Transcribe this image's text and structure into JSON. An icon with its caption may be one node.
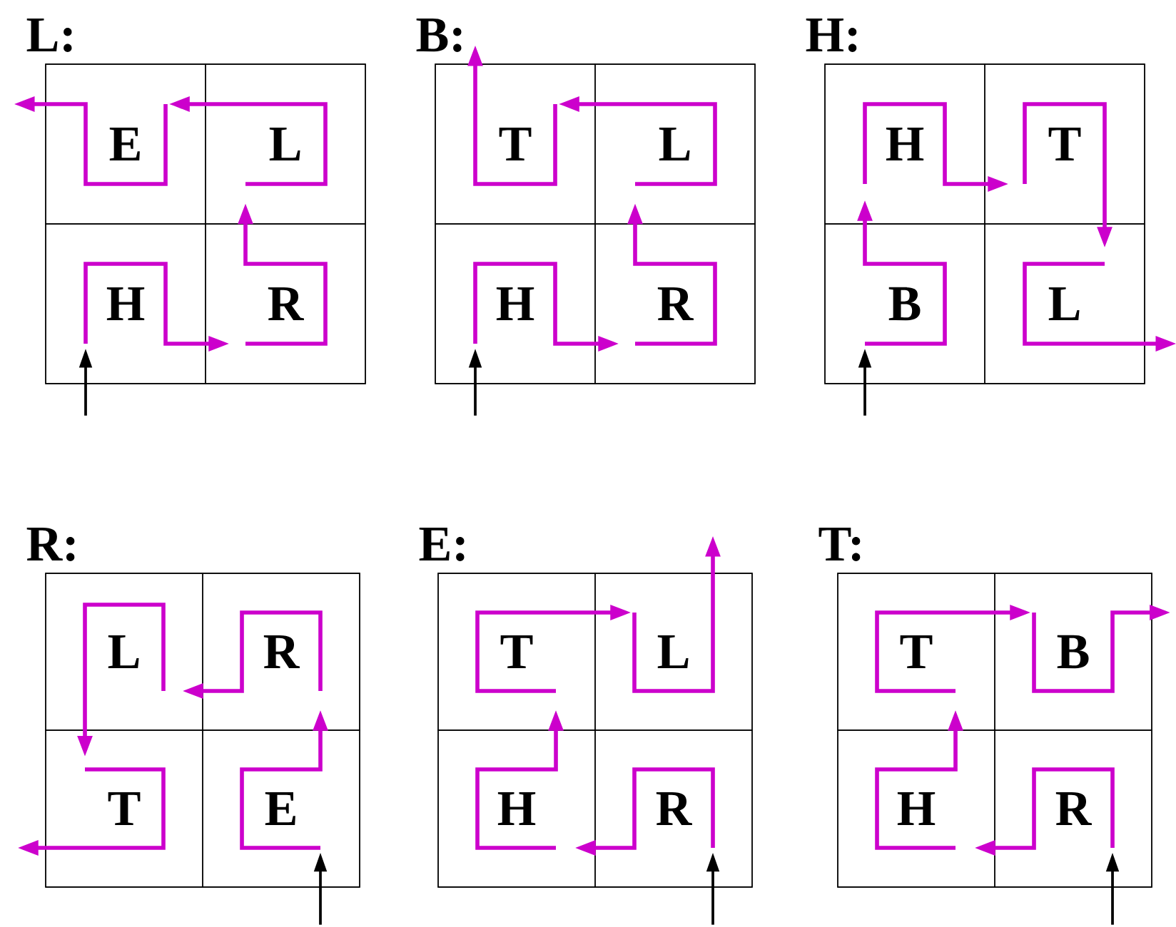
{
  "diagram": {
    "nodes": [
      {
        "text": [
          "L:"
        ]
      },
      {
        "text": [
          "E"
        ],
        "in": 0
      },
      {
        "text": [
          "L"
        ],
        "in": 0
      },
      {
        "text": [
          "H"
        ],
        "in": 0
      },
      {
        "text": [
          "R"
        ],
        "in": 0
      },
      {
        "text": [
          "B:"
        ]
      },
      {
        "text": [
          "T"
        ],
        "in": 5
      },
      {
        "text": [
          "L"
        ],
        "in": 5
      },
      {
        "text": [
          "H"
        ],
        "in": 5
      },
      {
        "text": [
          "R"
        ],
        "in": 5
      },
      {
        "text": [
          "H:"
        ]
      },
      {
        "text": [
          "H"
        ],
        "in": 10
      },
      {
        "text": [
          "T"
        ],
        "in": 10
      },
      {
        "text": [
          "B"
        ],
        "in": 10
      },
      {
        "text": [
          "L"
        ],
        "in": 10
      },
      {
        "text": [
          "R:"
        ]
      },
      {
        "text": [
          "L"
        ],
        "in": 15
      },
      {
        "text": [
          "R"
        ],
        "in": 15
      },
      {
        "text": [
          "T"
        ],
        "in": 15
      },
      {
        "text": [
          "E"
        ],
        "in": 15
      },
      {
        "text": [
          "E:"
        ]
      },
      {
        "text": [
          "T"
        ],
        "in": 20
      },
      {
        "text": [
          "L"
        ],
        "in": 20
      },
      {
        "text": [
          "H"
        ],
        "in": 20
      },
      {
        "text": [
          "R"
        ],
        "in": 20
      },
      {
        "text": [
          "T:"
        ]
      },
      {
        "text": [
          "T"
        ],
        "in": 25
      },
      {
        "text": [
          "B"
        ],
        "in": 25
      },
      {
        "text": [
          "H"
        ],
        "in": 25
      },
      {
        "text": [
          "R"
        ],
        "in": 25
      }
    ],
    "edges": [
      {
        "from": null,
        "to": 3,
        "arrow": "to",
        "color": "#000000"
      },
      {
        "from": 3,
        "to": 4,
        "arrow": "to"
      },
      {
        "from": 4,
        "to": 2,
        "arrow": "to"
      },
      {
        "from": 2,
        "to": 1,
        "arrow": "to"
      },
      {
        "from": 1,
        "to": null,
        "arrow": "to"
      },
      {
        "from": null,
        "to": 8,
        "arrow": "to",
        "color": "#000000"
      },
      {
        "from": 8,
        "to": 9,
        "arrow": "to"
      },
      {
        "from": 9,
        "to": 7,
        "arrow": "to"
      },
      {
        "from": 7,
        "to": 6,
        "arrow": "to"
      },
      {
        "from": 6,
        "to": null,
        "arrow": "to"
      },
      {
        "from": null,
        "to": 13,
        "arrow": "to",
        "color": "#000000"
      },
      {
        "from": 13,
        "to": 11,
        "arrow": "to"
      },
      {
        "from": 11,
        "to": 12,
        "arrow": "to"
      },
      {
        "from": 12,
        "to": 14,
        "arrow": "to"
      },
      {
        "from": 14,
        "to": null,
        "arrow": "to"
      },
      {
        "from": null,
        "to": 19,
        "arrow": "to",
        "color": "#000000"
      },
      {
        "from": 19,
        "to": 17,
        "arrow": "to"
      },
      {
        "from": 17,
        "to": 16,
        "arrow": "to"
      },
      {
        "from": 16,
        "to": 18,
        "arrow": "to"
      },
      {
        "from": 18,
        "to": null,
        "arrow": "to"
      },
      {
        "from": null,
        "to": 24,
        "arrow": "to",
        "color": "#000000"
      },
      {
        "from": 24,
        "to": 23,
        "arrow": "to"
      },
      {
        "from": 23,
        "to": 21,
        "arrow": "to"
      },
      {
        "from": 21,
        "to": 22,
        "arrow": "to"
      },
      {
        "from": 22,
        "to": null,
        "arrow": "to"
      },
      {
        "from": null,
        "to": 29,
        "arrow": "to",
        "color": "#000000"
      },
      {
        "from": 29,
        "to": 28,
        "arrow": "to"
      },
      {
        "from": 28,
        "to": 26,
        "arrow": "to"
      },
      {
        "from": 26,
        "to": 27,
        "arrow": "to"
      },
      {
        "from": 27,
        "to": null,
        "arrow": "to"
      }
    ]
  }
}
